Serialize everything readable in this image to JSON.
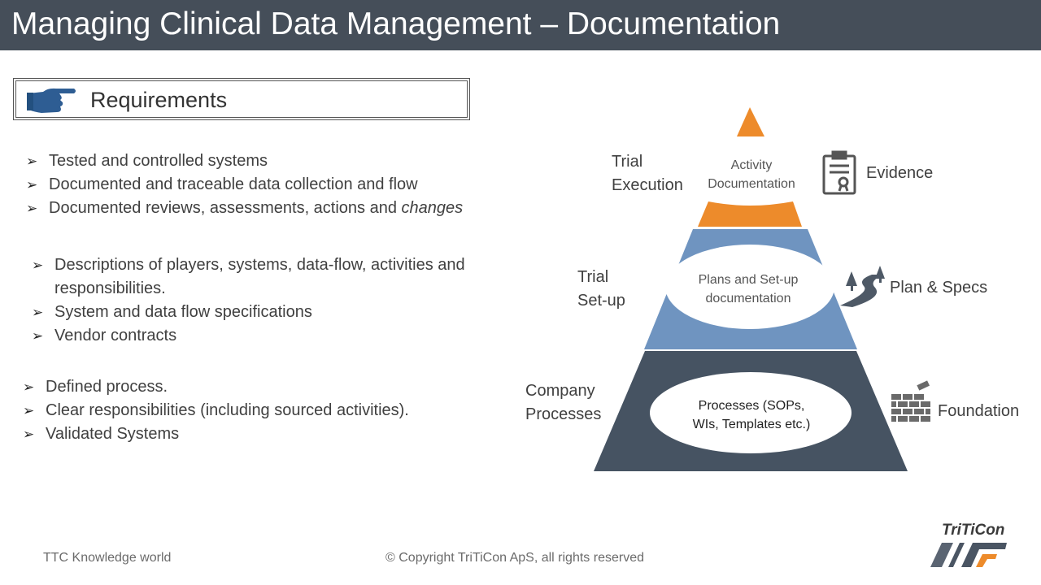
{
  "title": "Managing Clinical Data Management – Documentation",
  "requirements": {
    "label": "Requirements",
    "icon": "pointing-hand-icon"
  },
  "bullets_group_1": [
    {
      "text": "Tested and controlled systems"
    },
    {
      "text": "Documented and traceable data collection and flow"
    },
    {
      "text_pre": "Documented reviews, assessments, actions and ",
      "text_em": "changes"
    }
  ],
  "bullets_group_2": [
    {
      "text": "Descriptions of players, systems, data-flow, activities and responsibilities."
    },
    {
      "text": "System and data flow specifications"
    },
    {
      "text": "Vendor contracts"
    }
  ],
  "bullets_group_3": [
    {
      "text": "Defined process."
    },
    {
      "text": "Clear responsibilities (including sourced activities)."
    },
    {
      "text": "Validated Systems"
    }
  ],
  "pyramid": {
    "colors": {
      "top": "#ed8b2b",
      "middle": "#6f94c0",
      "bottom": "#465362"
    },
    "top_label": {
      "line1": "Activity",
      "line2": "Documentation"
    },
    "middle_label": {
      "line1": "Plans and Set-up",
      "line2": "documentation"
    },
    "bottom_label": {
      "line1": "Processes (SOPs,",
      "line2": "WIs, Templates etc.)"
    }
  },
  "left_labels": {
    "execution": {
      "line1": "Trial",
      "line2": "Execution"
    },
    "setup": {
      "line1": "Trial",
      "line2": "Set-up"
    },
    "company": {
      "line1": "Company",
      "line2": "Processes"
    }
  },
  "right_labels": {
    "evidence": {
      "text": "Evidence",
      "icon": "clipboard-certificate-icon"
    },
    "plan": {
      "text": "Plan & Specs",
      "icon": "road-trees-icon"
    },
    "foundation": {
      "text": "Foundation",
      "icon": "brick-wall-icon"
    }
  },
  "footer": {
    "left": "TTC Knowledge world",
    "center": "© Copyright TriTiCon ApS, all rights reserved"
  },
  "logo": {
    "text": "TriTiCon"
  }
}
